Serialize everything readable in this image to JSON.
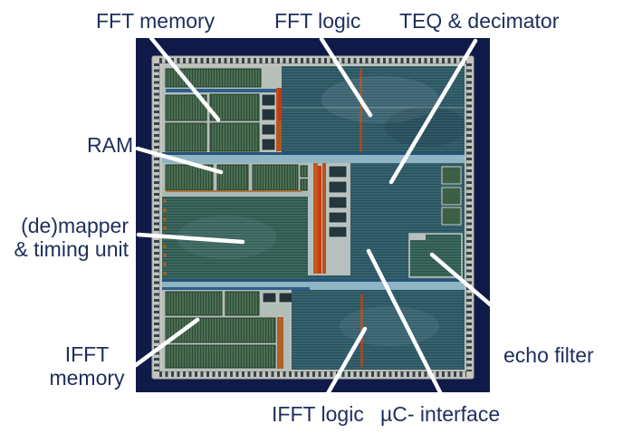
{
  "figure": {
    "labels": {
      "fft_memory": "FFT memory",
      "fft_logic": "FFT logic",
      "teq_decimator": "TEQ & decimator",
      "ram": "RAM",
      "demapper_line1": "(de)mapper",
      "demapper_line2": "& timing unit",
      "ifft_memory_line1": "IFFT",
      "ifft_memory_line2": "memory",
      "ifft_logic": "IFFT logic",
      "uc_interface": "µC- interface",
      "echo_filter": "echo filter"
    },
    "colors": {
      "photo_background": "#101a49",
      "label_text": "#1f2e5c",
      "leader_line": "#ffffff",
      "die_frame": "#c3c5be",
      "die_logic_teal": "#38616e",
      "die_memory_green": "#4a6e52",
      "die_bus_orange": "#c05a1d",
      "die_divider_blue": "#8fb5c4"
    }
  }
}
